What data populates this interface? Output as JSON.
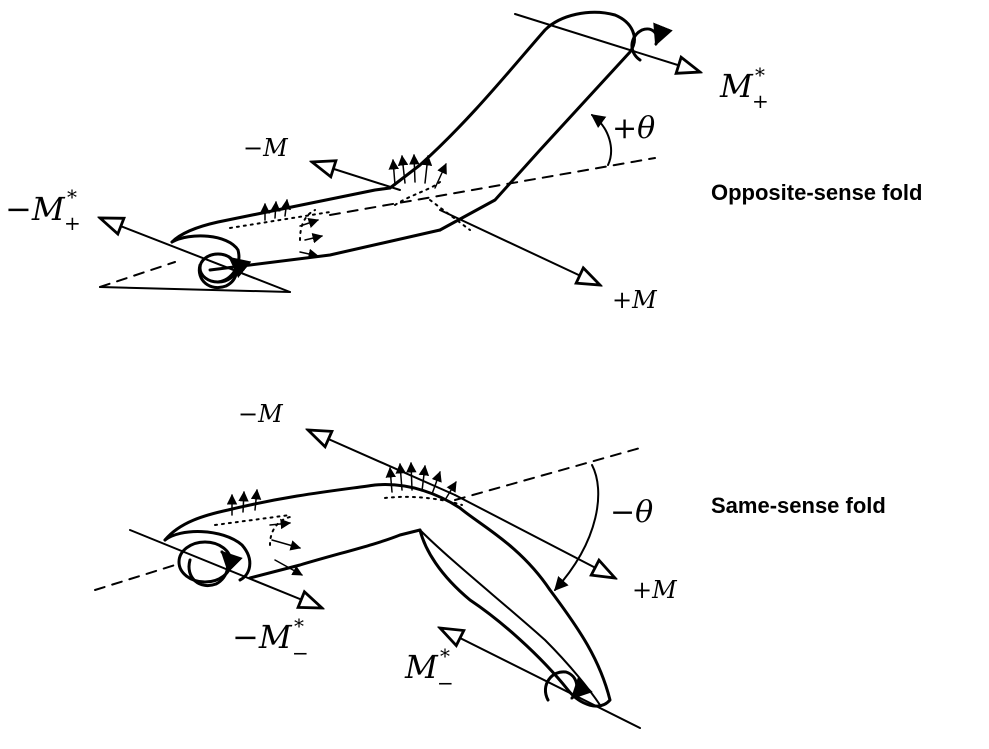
{
  "top": {
    "caption": "Opposite-sense fold",
    "labels": {
      "minus_m": "−M",
      "plus_m": "+M",
      "m_plus_star": "M",
      "minus_m_plus_star": "−M",
      "theta": "+θ",
      "star": "*",
      "plus_sub": "+"
    }
  },
  "bottom": {
    "caption": "Same-sense fold",
    "labels": {
      "minus_m": "−M",
      "plus_m": "+M",
      "minus_m_minus_star": "−M",
      "m_minus_star": "M",
      "theta": "−θ",
      "star": "*",
      "minus_sub": "−"
    }
  }
}
